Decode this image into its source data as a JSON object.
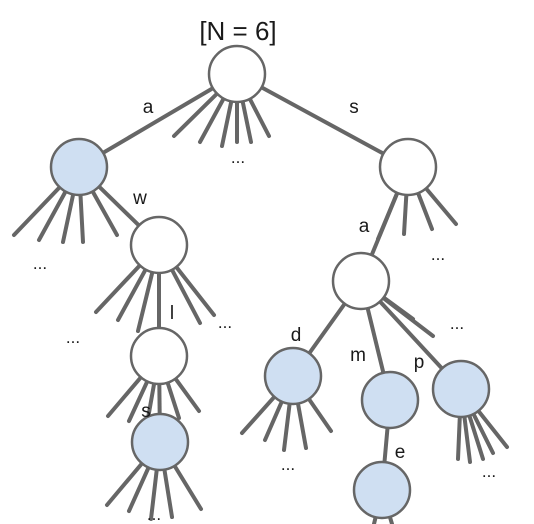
{
  "title": "[N = 6]",
  "colors": {
    "edge": "#666666",
    "node_stroke": "#666666",
    "node_fill_plain": "#ffffff",
    "node_fill_terminal": "#cfdff2"
  },
  "edge_labels": {
    "root_a": "a",
    "root_s": "s",
    "a_w": "w",
    "w_l": "l",
    "l_s": "s",
    "s_a": "a",
    "sa_d": "d",
    "sa_m": "m",
    "sa_p": "p",
    "sam_e": "e"
  },
  "ellipses": {
    "root": "...",
    "a_node": "...",
    "aw_node": "...",
    "aw_right": "...",
    "awls_node": "...",
    "s_node": "...",
    "sa_right": "...",
    "sad_node": "...",
    "sap_node": "..."
  }
}
